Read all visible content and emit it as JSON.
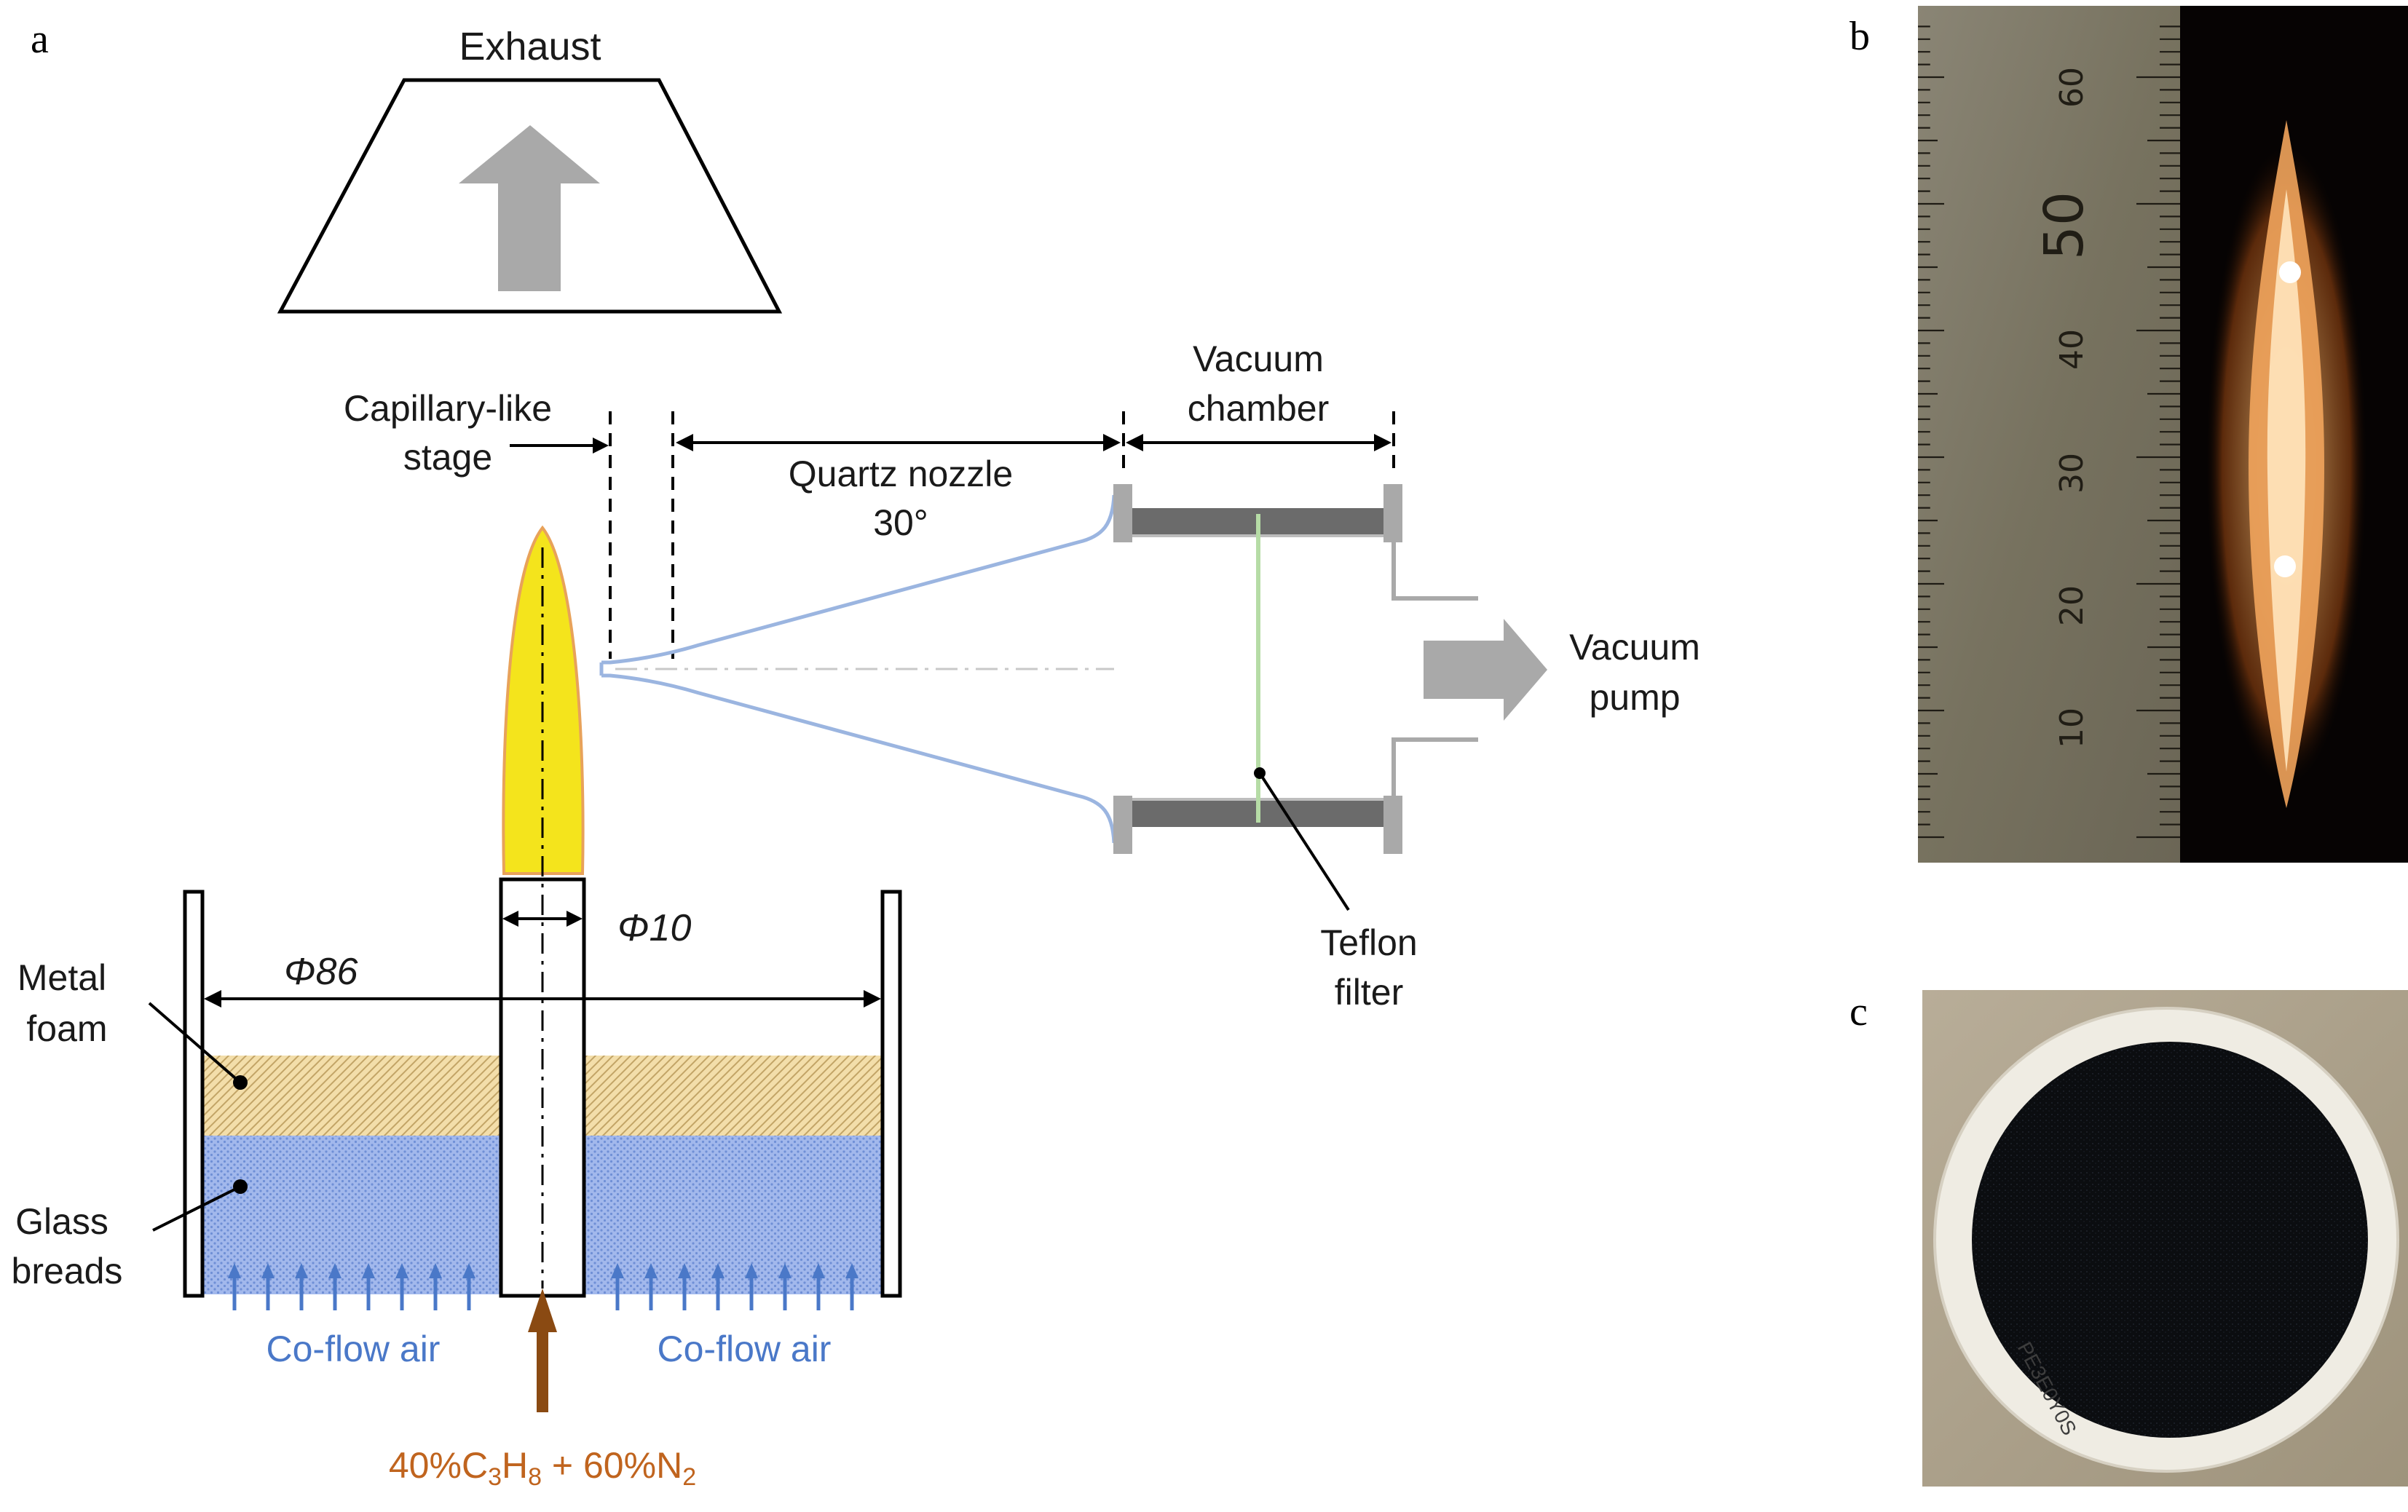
{
  "panels": {
    "a": "a",
    "b": "b",
    "c": "c"
  },
  "labels": {
    "exhaust": "Exhaust",
    "capillary_line1": "Capillary-like",
    "capillary_line2": "stage",
    "quartz_line1": "Quartz nozzle",
    "quartz_line2": "30°",
    "vacuum_chamber_line1": "Vacuum",
    "vacuum_chamber_line2": "chamber",
    "vacuum_pump_line1": "Vacuum",
    "vacuum_pump_line2": "pump",
    "teflon_line1": "Teflon",
    "teflon_line2": "filter",
    "phi10": "Φ10",
    "phi86": "Φ86",
    "metal_foam_line1": "Metal",
    "metal_foam_line2": "foam",
    "glass_line1": "Glass",
    "glass_line2": "breads",
    "coflow_left": "Co-flow air",
    "coflow_right": "Co-flow air",
    "fuel": {
      "p1": "40%C",
      "s1": "3",
      "p2": "H",
      "s2": "8",
      "p3": " + 60%N",
      "s3": "2"
    }
  },
  "ruler": {
    "numbers": [
      "60",
      "50",
      "40",
      "30",
      "20",
      "10"
    ]
  },
  "filter_print": "PE3E0Y0S",
  "colors": {
    "flame_fill": "#f4e41c",
    "flame_edge": "#e8a25a",
    "foam": "#f1dca3",
    "beads": "#9db4e8",
    "coflow_arrow": "#4a78c8",
    "fuel_arrow": "#8a4a12",
    "fuel_text": "#c0641e",
    "nozzle": "#9bb5e0",
    "chamber_wall": "#6b6b6b",
    "filter_line": "#b6dca6",
    "arrow_gray": "#a9a9a9"
  }
}
